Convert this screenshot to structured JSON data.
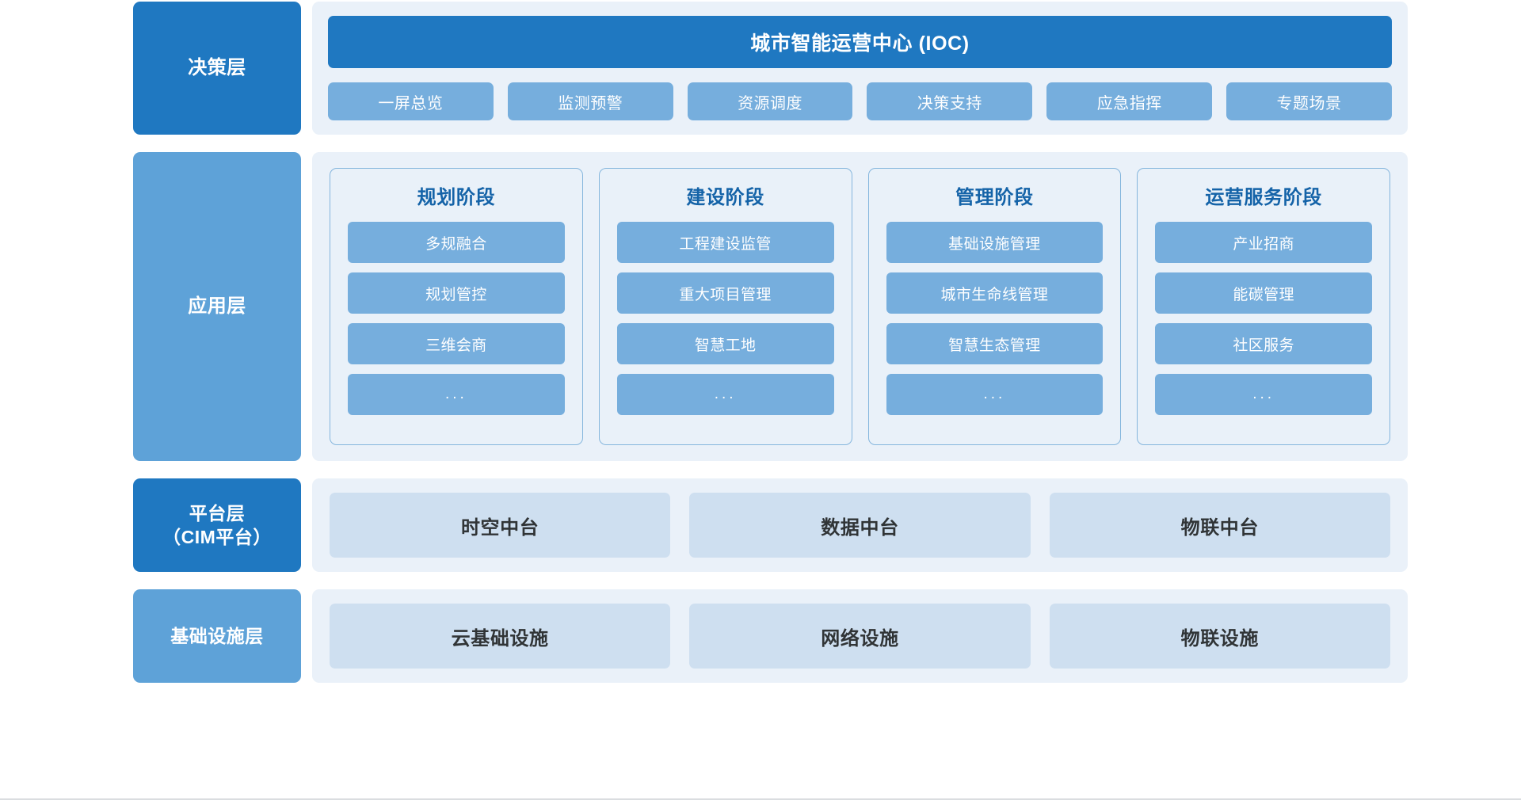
{
  "theme": {
    "dark_blue": "#1f78c1",
    "mid_blue": "#5ea2d8",
    "item_blue": "#76aedd",
    "panel_bg": "#eaf1f9",
    "flat_card_bg": "#cedff0",
    "stage_title_color": "#1463a8"
  },
  "decision_layer": {
    "label": "决策层",
    "banner": "城市智能运营中心 (IOC)",
    "chips": [
      {
        "label": "一屏总览"
      },
      {
        "label": "监测预警"
      },
      {
        "label": "资源调度"
      },
      {
        "label": "决策支持"
      },
      {
        "label": "应急指挥"
      },
      {
        "label": "专题场景"
      }
    ]
  },
  "application_layer": {
    "label": "应用层",
    "stages": [
      {
        "title": "规划阶段",
        "items": [
          {
            "label": "多规融合"
          },
          {
            "label": "规划管控"
          },
          {
            "label": "三维会商"
          },
          {
            "label": "..."
          }
        ]
      },
      {
        "title": "建设阶段",
        "items": [
          {
            "label": "工程建设监管"
          },
          {
            "label": "重大项目管理"
          },
          {
            "label": "智慧工地"
          },
          {
            "label": "..."
          }
        ]
      },
      {
        "title": "管理阶段",
        "items": [
          {
            "label": "基础设施管理"
          },
          {
            "label": "城市生命线管理"
          },
          {
            "label": "智慧生态管理"
          },
          {
            "label": "..."
          }
        ]
      },
      {
        "title": "运营服务阶段",
        "items": [
          {
            "label": "产业招商"
          },
          {
            "label": "能碳管理"
          },
          {
            "label": "社区服务"
          },
          {
            "label": "..."
          }
        ]
      }
    ]
  },
  "platform_layer": {
    "label_line1": "平台层",
    "label_line2": "（CIM平台）",
    "cards": [
      {
        "label": "时空中台"
      },
      {
        "label": "数据中台"
      },
      {
        "label": "物联中台"
      }
    ]
  },
  "infrastructure_layer": {
    "label": "基础设施层",
    "cards": [
      {
        "label": "云基础设施"
      },
      {
        "label": "网络设施"
      },
      {
        "label": "物联设施"
      }
    ]
  }
}
